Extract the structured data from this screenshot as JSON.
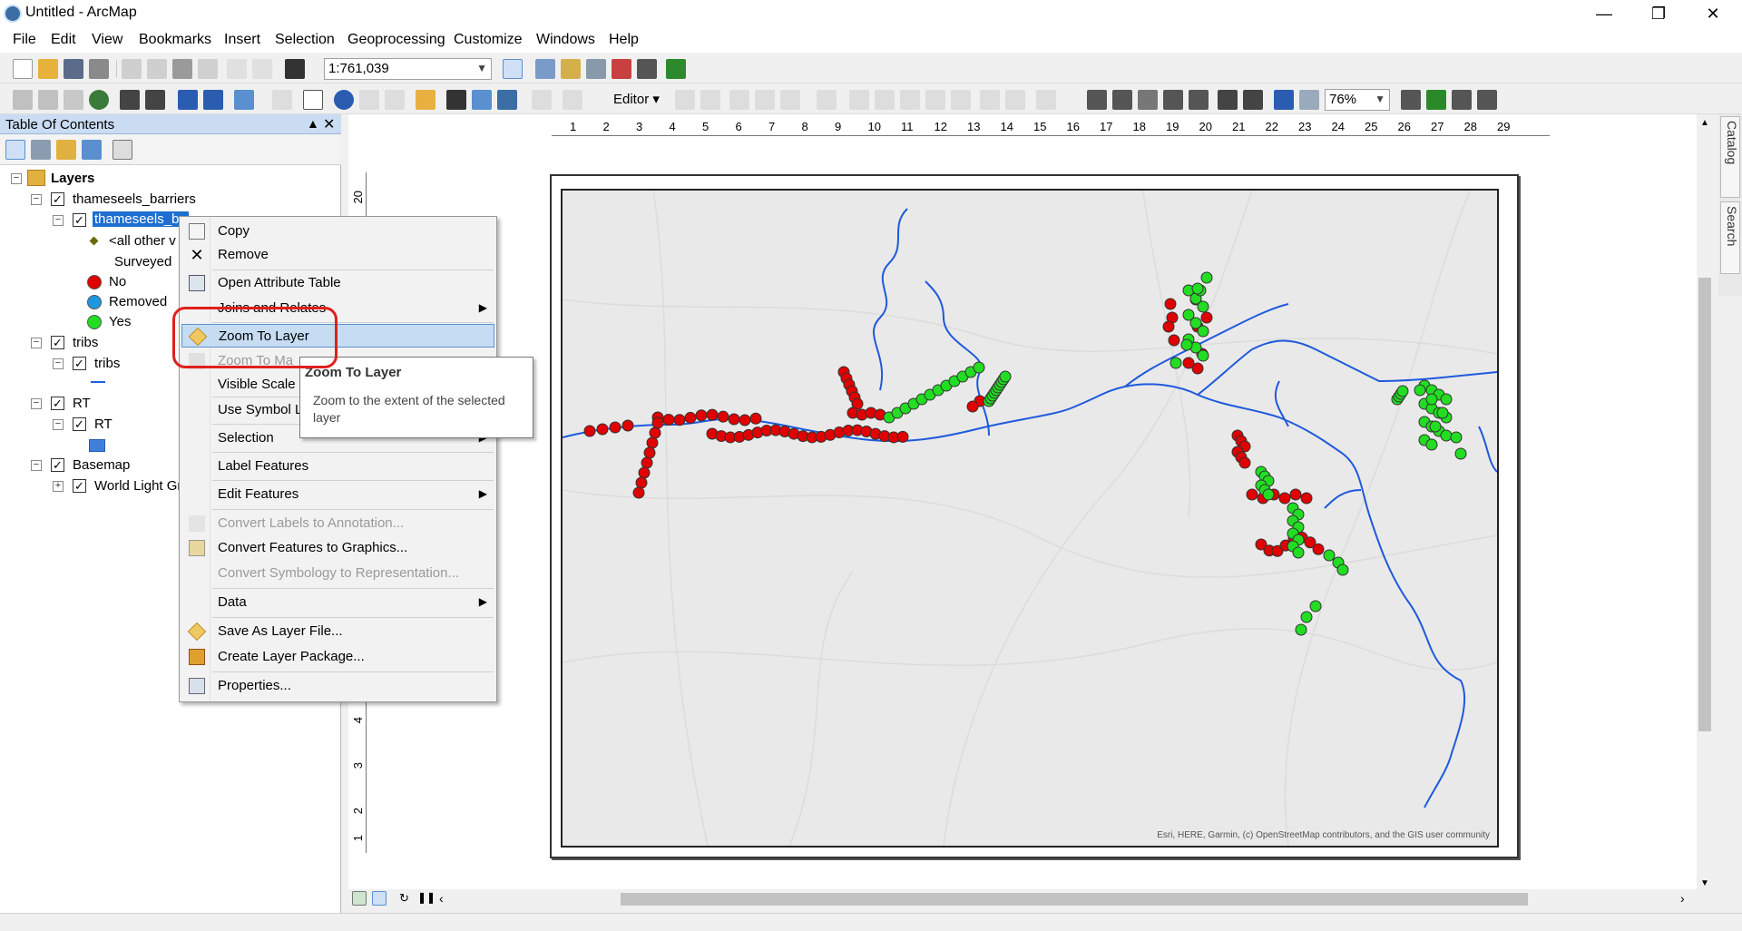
{
  "window": {
    "title": "Untitled - ArcMap"
  },
  "menu": [
    "File",
    "Edit",
    "View",
    "Bookmarks",
    "Insert",
    "Selection",
    "Geoprocessing",
    "Customize",
    "Windows",
    "Help"
  ],
  "toolbar": {
    "scale": "1:761,039",
    "editor_label": "Editor ▾",
    "zoom_level": "76%"
  },
  "toc": {
    "title": "Table Of Contents",
    "root": "Layers",
    "layers": [
      {
        "name": "thameseels_barriers",
        "sublayer": "thameseels_barriers",
        "sublayer_truncated": "thameseels_ba",
        "legend": [
          {
            "label": "<all other v",
            "color": "#6b6b00",
            "type": "small"
          },
          {
            "label": "Surveyed",
            "color": "",
            "type": "heading"
          },
          {
            "label": "No",
            "color": "#e00000",
            "type": "dot"
          },
          {
            "label": "Removed",
            "color": "#1e96e0",
            "type": "dot"
          },
          {
            "label": "Yes",
            "color": "#22dd22",
            "type": "dot"
          }
        ]
      },
      {
        "name": "tribs",
        "sublayer": "tribs",
        "legend_color": "#1f5fd8"
      },
      {
        "name": "RT",
        "sublayer": "RT",
        "legend_color": "#3f7fd8"
      },
      {
        "name": "Basemap",
        "sublayer": "World Light Gr"
      }
    ]
  },
  "context_menu": {
    "items": [
      {
        "label": "Copy",
        "enabled": true
      },
      {
        "label": "Remove",
        "enabled": true
      },
      {
        "label": "Open Attribute Table",
        "enabled": true
      },
      {
        "label": "Joins and Relates",
        "enabled": true,
        "submenu": true
      },
      {
        "label": "Zoom To Layer",
        "enabled": true,
        "highlighted": true
      },
      {
        "label": "Zoom To Ma",
        "enabled": false
      },
      {
        "label": "Visible Scale R",
        "enabled": true
      },
      {
        "label": "Use Symbol L",
        "enabled": true
      },
      {
        "label": "Selection",
        "enabled": true,
        "submenu": true
      },
      {
        "label": "Label Features",
        "enabled": true
      },
      {
        "label": "Edit Features",
        "enabled": true,
        "submenu": true
      },
      {
        "label": "Convert Labels to Annotation...",
        "enabled": false
      },
      {
        "label": "Convert Features to Graphics...",
        "enabled": true
      },
      {
        "label": "Convert Symbology to Representation...",
        "enabled": false
      },
      {
        "label": "Data",
        "enabled": true,
        "submenu": true
      },
      {
        "label": "Save As Layer File...",
        "enabled": true
      },
      {
        "label": "Create Layer Package...",
        "enabled": true
      },
      {
        "label": "Properties...",
        "enabled": true
      }
    ]
  },
  "tooltip": {
    "title": "Zoom To Layer",
    "body": "Zoom to the extent of the selected layer"
  },
  "ruler": {
    "top": [
      "1",
      "2",
      "3",
      "4",
      "5",
      "6",
      "7",
      "8",
      "9",
      "10",
      "11",
      "12",
      "13",
      "14",
      "15",
      "16",
      "17",
      "18",
      "19",
      "20",
      "21",
      "22",
      "23",
      "24",
      "25",
      "26",
      "27",
      "28",
      "29"
    ],
    "left": [
      "20",
      "4",
      "3",
      "2",
      "1"
    ]
  },
  "side_tabs": [
    "Catalog",
    "Search"
  ],
  "map": {
    "attribution": "Esri, HERE, Garmin, (c) OpenStreetMap contributors, and the GIS user community",
    "colors": {
      "barrier_no": "#e00000",
      "barrier_yes": "#22dd22",
      "river": "#1e5adc",
      "background": "#e9e9e9"
    }
  }
}
